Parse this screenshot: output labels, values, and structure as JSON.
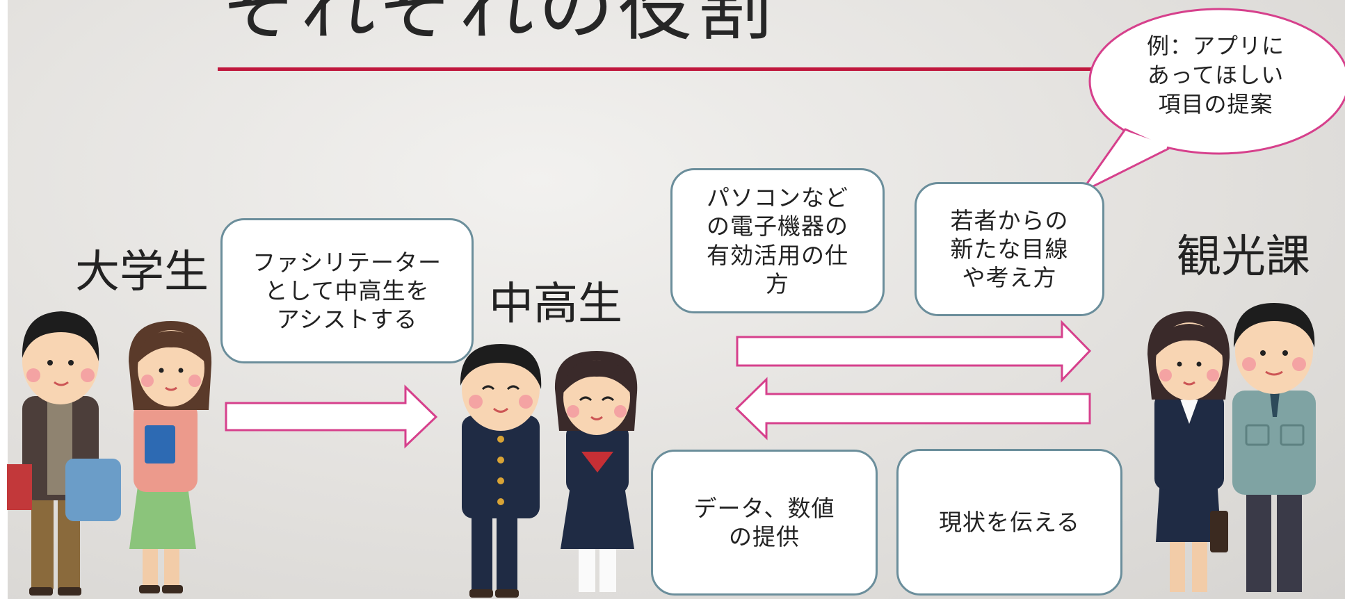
{
  "title": "それぞれの役割",
  "labels": {
    "university": "大学生",
    "students": "中高生",
    "tourism": "観光課"
  },
  "boxes": {
    "facilitator": "ファシリテーター\nとして中高生を\nアシストする",
    "devices": "パソコンなど\nの電子機器の\n有効活用の仕\n方",
    "perspective": "若者からの\n新たな目線\nや考え方",
    "data": "データ、数値\nの提供",
    "status": "現状を伝える"
  },
  "bubble": "例：アプリに\nあってほしい\n項目の提案",
  "colors": {
    "accent_rule": "#c0173d",
    "arrow_stroke": "#d6408c",
    "box_border": "#6b8e9b",
    "bubble_stroke": "#d6408c"
  }
}
